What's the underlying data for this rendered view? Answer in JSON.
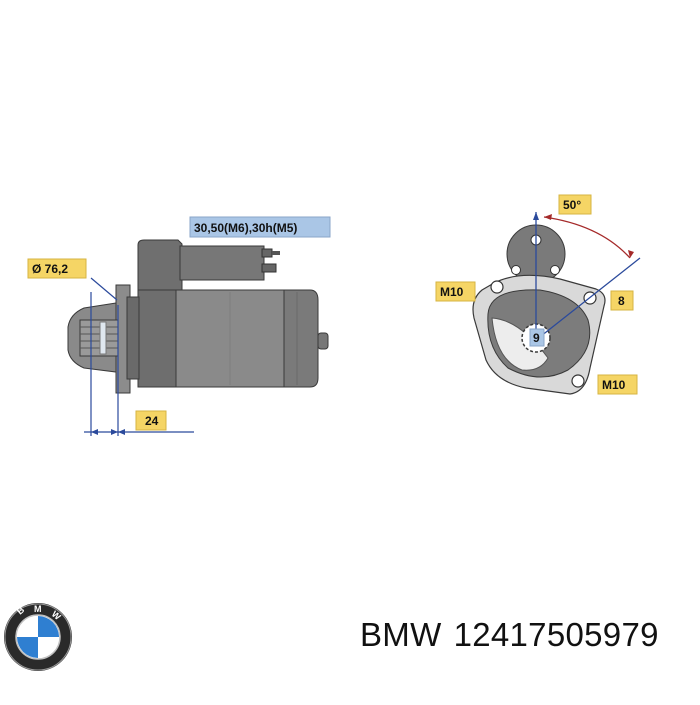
{
  "diagram": {
    "dimension_labels": {
      "voltage_rating": "30,50(M6),30h(M5)",
      "diameter": "Ø 76,2",
      "offset": "24",
      "angle": "50°",
      "teeth": "9",
      "bolt_size": "8",
      "mount_left": "M10",
      "mount_right": "M10"
    }
  },
  "brand": {
    "name": "BMW",
    "part_number": "12417505979",
    "logo_icon": "bmw-roundel-logo"
  },
  "colors": {
    "label_fill_yellow": "#f5d565",
    "label_fill_blue": "#aac6e6",
    "dimension_line": "#2b4a9c",
    "body_gray": "#7a7a7a",
    "body_dark": "#555555"
  }
}
